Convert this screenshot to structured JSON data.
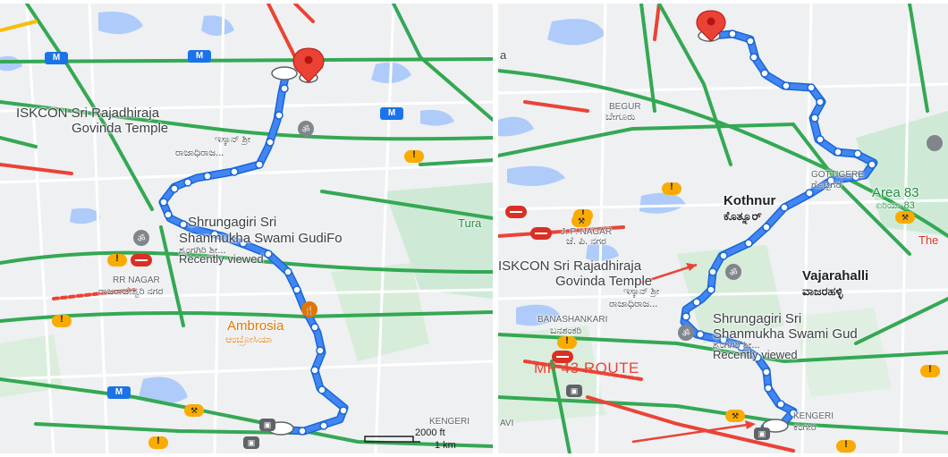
{
  "left_map": {
    "labels": {
      "iskcon": "ISKCON Sri Rajadhiraja",
      "govinda": "Govinda Temple",
      "iskcon_kn1": "ಇಸ್ಕಾನ್ ಶ್ರೀ",
      "iskcon_kn2": "ರಾಜಾಧಿರಾಜ...",
      "shrungagiri": "Shrungagiri Sri",
      "shanmukha": "Shanmukha Swami GudiFo",
      "shrungagiri_kn": "ಶೃಂಗಗಿರಿ ಶ್ರೀ...",
      "recently_viewed": "Recently viewed",
      "tura": "Tura",
      "rr_nagar": "RR NAGAR",
      "rr_nagar_kn": "ರಾಜರಾಜೇಶ್ವರಿ ನಗರ",
      "ambrosia": "Ambrosia",
      "ambrosia_kn": "ಆಂಬ್ರೋಸಿಯಾ",
      "kengeri": "KENGERI"
    },
    "metro_label": "M",
    "scale": {
      "imperial": "2000 ft",
      "metric": "1 km"
    }
  },
  "right_map": {
    "labels": {
      "begur": "BEGUR",
      "begur_kn": "ಬೇಗೂರು",
      "gottigere": "GOTTIGERE",
      "gottigere_kn": "ಗೊಟ್ಟಿಗೆರೆ",
      "area83": "Area 83",
      "area83_kn": "ಏರಿಯಾ 83",
      "the": "The",
      "kothnur": "Kothnur",
      "kothnur_kn": "ಕೊತ್ನೂರ್",
      "jp_nagar": "J. P. NAGAR",
      "jp_nagar_kn": "ಜೆ. ಪಿ. ನಗರ",
      "iskcon": "ISKCON Sri Rajadhiraja",
      "govinda": "Govinda Temple",
      "iskcon_kn1": "ಇಸ್ಕಾನ್ ಶ್ರೀ",
      "iskcon_kn2": "ರಾಜಾಧಿರಾಜ...",
      "vajarahalli": "Vajarahalli",
      "vajarahalli_kn": "ವಾಜರಹಳ್ಳಿ",
      "banashankari": "BANASHANKARI",
      "banashankari_kn": "ಬನಶಂಕರಿ",
      "shrungagiri": "Shrungagiri Sri",
      "shanmukha": "Shanmukha Swami Gud",
      "shrungagiri_kn": "ಶೃಂಗಗಿರಿ ಶ್ರೀ...",
      "recently_viewed": "Recently viewed",
      "mf_route": "MF 43 ROUTE",
      "kengeri": "KENGERI",
      "kengeri_kn": "ಕೆಂಗೇರಿ",
      "avi": "AVI",
      "a": "a"
    }
  },
  "colors": {
    "route": "#4285f4",
    "route_dark": "#1a73e8",
    "traffic_green": "#34a853",
    "traffic_red": "#ea4335",
    "traffic_orange": "#fbbc04",
    "water": "#aecbfa",
    "park": "#ceead6",
    "pin": "#ea4335"
  }
}
